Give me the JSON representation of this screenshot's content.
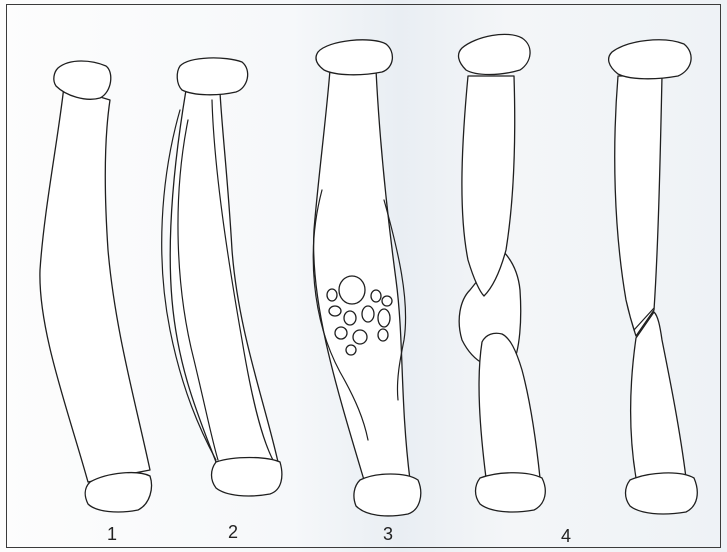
{
  "figure": {
    "labels": [
      "1",
      "2",
      "3",
      "4"
    ]
  }
}
